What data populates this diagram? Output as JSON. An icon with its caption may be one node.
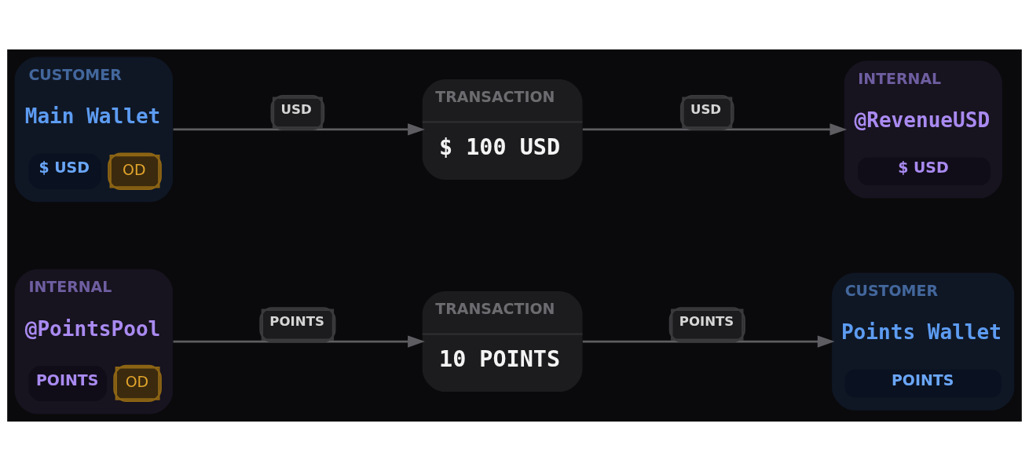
{
  "diagram": {
    "nodes": [
      {
        "text": [
          "CUSTOMER",
          "Main Wallet",
          "$ USD",
          "OD"
        ]
      },
      {
        "text": [
          "TRANSACTION",
          "$ 100 USD"
        ]
      },
      {
        "text": [
          "INTERNAL",
          "@RevenueUSD",
          "$ USD"
        ]
      },
      {
        "text": [
          "INTERNAL",
          "@PointsPool",
          "POINTS",
          "OD"
        ]
      },
      {
        "text": [
          "TRANSACTION",
          "10 POINTS"
        ]
      },
      {
        "text": [
          "CUSTOMER",
          "Points Wallet",
          "POINTS"
        ]
      }
    ],
    "edges": [
      {
        "from": 0,
        "to": 1,
        "arrow": "to",
        "label": "USD"
      },
      {
        "from": 1,
        "to": 2,
        "arrow": "to",
        "label": "USD"
      },
      {
        "from": 3,
        "to": 4,
        "arrow": "to",
        "label": "POINTS"
      },
      {
        "from": 4,
        "to": 5,
        "arrow": "to",
        "label": "POINTS"
      }
    ]
  }
}
